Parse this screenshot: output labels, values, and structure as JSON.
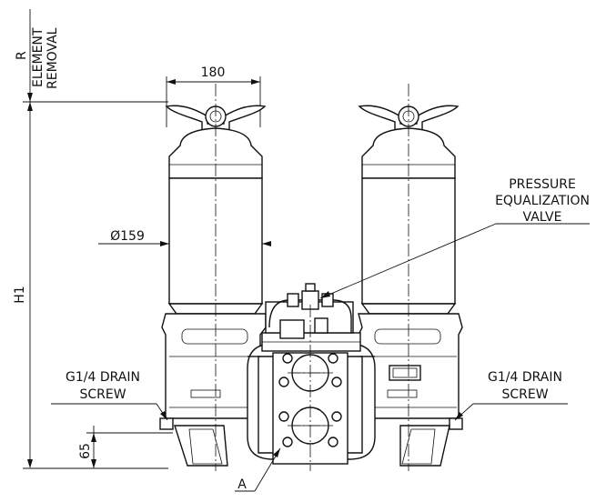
{
  "labels": {
    "r": "R",
    "element": "ELEMENT",
    "removal": "REMOVAL",
    "width": "180",
    "diameter": "Ø159",
    "height": "H1",
    "foot": "65",
    "pressure_1": "PRESSURE",
    "pressure_2": "EQUALIZATION",
    "pressure_3": "VALVE",
    "drain_left_1": "G1/4 DRAIN",
    "drain_left_2": "SCREW",
    "drain_right_1": "G1/4 DRAIN",
    "drain_right_2": "SCREW",
    "section": "A"
  }
}
